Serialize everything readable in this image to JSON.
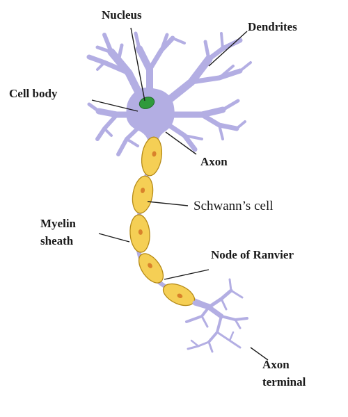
{
  "diagram": {
    "labels": {
      "nucleus": "Nucleus",
      "dendrites": "Dendrites",
      "cell_body": "Cell body",
      "axon": "Axon",
      "schwann_cell": "Schwann’s cell",
      "myelin_line1": "Myelin",
      "myelin_line2": "sheath",
      "node_of_ranvier": "Node of Ranvier",
      "axon_terminal_line1": "Axon",
      "axon_terminal_line2": "terminal"
    },
    "colors": {
      "neuron": "#b3aee3",
      "neuron_outline": "#7f79b8",
      "nucleus": "#2f9a3c",
      "schwann_cell": "#f5cf55",
      "schwann_outline": "#b58a17",
      "schwann_nucleus": "#d9822b"
    }
  }
}
